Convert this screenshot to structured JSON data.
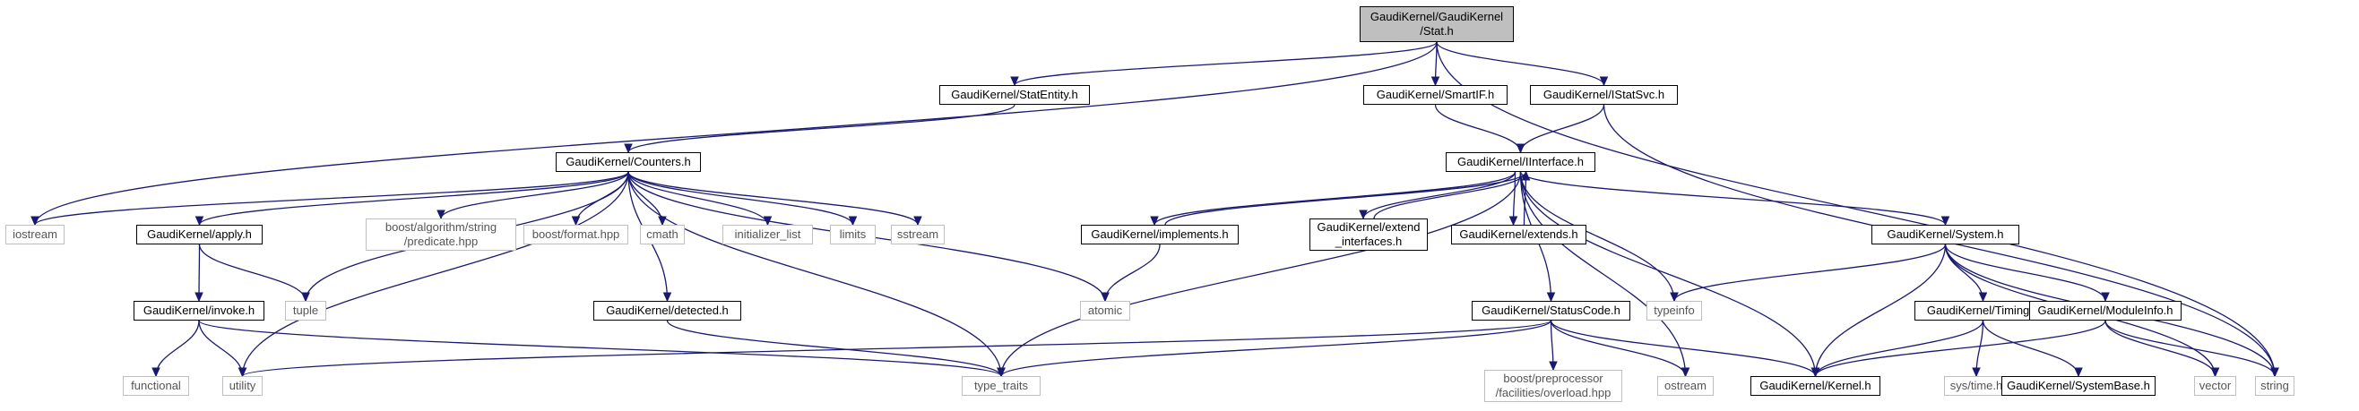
{
  "colors": {
    "edge": "#191970",
    "root_fill": "#bfbfbf",
    "node_border": "#000000",
    "external_border": "#bfbfbf"
  },
  "nodes": [
    {
      "id": "stat",
      "lines": [
        "GaudiKernel/GaudiKernel",
        "/Stat.h"
      ],
      "kind": "root"
    },
    {
      "id": "statentity",
      "lines": [
        "GaudiKernel/StatEntity.h"
      ],
      "kind": "internal"
    },
    {
      "id": "smartif",
      "lines": [
        "GaudiKernel/SmartIF.h"
      ],
      "kind": "internal"
    },
    {
      "id": "istatsvc",
      "lines": [
        "GaudiKernel/IStatSvc.h"
      ],
      "kind": "internal"
    },
    {
      "id": "counters",
      "lines": [
        "GaudiKernel/Counters.h"
      ],
      "kind": "internal"
    },
    {
      "id": "iinterface",
      "lines": [
        "GaudiKernel/IInterface.h"
      ],
      "kind": "internal"
    },
    {
      "id": "iostream",
      "lines": [
        "iostream"
      ],
      "kind": "external"
    },
    {
      "id": "apply",
      "lines": [
        "GaudiKernel/apply.h"
      ],
      "kind": "internal"
    },
    {
      "id": "predicate",
      "lines": [
        "boost/algorithm/string",
        "/predicate.hpp"
      ],
      "kind": "external"
    },
    {
      "id": "format",
      "lines": [
        "boost/format.hpp"
      ],
      "kind": "external"
    },
    {
      "id": "cmath",
      "lines": [
        "cmath"
      ],
      "kind": "external"
    },
    {
      "id": "initlist",
      "lines": [
        "initializer_list"
      ],
      "kind": "external"
    },
    {
      "id": "limits",
      "lines": [
        "limits"
      ],
      "kind": "external"
    },
    {
      "id": "sstream",
      "lines": [
        "sstream"
      ],
      "kind": "external"
    },
    {
      "id": "implements",
      "lines": [
        "GaudiKernel/implements.h"
      ],
      "kind": "internal"
    },
    {
      "id": "extendif",
      "lines": [
        "GaudiKernel/extend",
        "_interfaces.h"
      ],
      "kind": "internal"
    },
    {
      "id": "extends",
      "lines": [
        "GaudiKernel/extends.h"
      ],
      "kind": "internal"
    },
    {
      "id": "system",
      "lines": [
        "GaudiKernel/System.h"
      ],
      "kind": "internal"
    },
    {
      "id": "tuple",
      "lines": [
        "tuple"
      ],
      "kind": "external"
    },
    {
      "id": "atomic",
      "lines": [
        "atomic"
      ],
      "kind": "external"
    },
    {
      "id": "typeinfo",
      "lines": [
        "typeinfo"
      ],
      "kind": "external"
    },
    {
      "id": "invoke",
      "lines": [
        "GaudiKernel/invoke.h"
      ],
      "kind": "internal"
    },
    {
      "id": "detected",
      "lines": [
        "GaudiKernel/detected.h"
      ],
      "kind": "internal"
    },
    {
      "id": "statuscode",
      "lines": [
        "GaudiKernel/StatusCode.h"
      ],
      "kind": "internal"
    },
    {
      "id": "timing",
      "lines": [
        "GaudiKernel/Timing.h"
      ],
      "kind": "internal"
    },
    {
      "id": "moduleinfo",
      "lines": [
        "GaudiKernel/ModuleInfo.h"
      ],
      "kind": "internal"
    },
    {
      "id": "functional",
      "lines": [
        "functional"
      ],
      "kind": "external"
    },
    {
      "id": "utility",
      "lines": [
        "utility"
      ],
      "kind": "external"
    },
    {
      "id": "typetraits",
      "lines": [
        "type_traits"
      ],
      "kind": "external"
    },
    {
      "id": "overload",
      "lines": [
        "boost/preprocessor",
        "/facilities/overload.hpp"
      ],
      "kind": "external"
    },
    {
      "id": "ostream",
      "lines": [
        "ostream"
      ],
      "kind": "external"
    },
    {
      "id": "kernel",
      "lines": [
        "GaudiKernel/Kernel.h"
      ],
      "kind": "internal"
    },
    {
      "id": "systime",
      "lines": [
        "sys/time.h"
      ],
      "kind": "external"
    },
    {
      "id": "systembase",
      "lines": [
        "GaudiKernel/SystemBase.h"
      ],
      "kind": "internal"
    },
    {
      "id": "vector",
      "lines": [
        "vector"
      ],
      "kind": "external"
    },
    {
      "id": "string",
      "lines": [
        "string"
      ],
      "kind": "external"
    }
  ],
  "edges": [
    [
      "stat",
      "statentity"
    ],
    [
      "stat",
      "smartif"
    ],
    [
      "stat",
      "istatsvc"
    ],
    [
      "stat",
      "iostream"
    ],
    [
      "stat",
      "string"
    ],
    [
      "statentity",
      "counters"
    ],
    [
      "smartif",
      "iinterface"
    ],
    [
      "istatsvc",
      "iinterface"
    ],
    [
      "istatsvc",
      "string"
    ],
    [
      "counters",
      "iostream"
    ],
    [
      "counters",
      "apply"
    ],
    [
      "counters",
      "predicate"
    ],
    [
      "counters",
      "format"
    ],
    [
      "counters",
      "cmath"
    ],
    [
      "counters",
      "initlist"
    ],
    [
      "counters",
      "limits"
    ],
    [
      "counters",
      "sstream"
    ],
    [
      "counters",
      "tuple"
    ],
    [
      "counters",
      "utility"
    ],
    [
      "counters",
      "detected"
    ],
    [
      "counters",
      "typetraits"
    ],
    [
      "counters",
      "atomic"
    ],
    [
      "apply",
      "invoke"
    ],
    [
      "apply",
      "tuple"
    ],
    [
      "invoke",
      "functional"
    ],
    [
      "invoke",
      "utility"
    ],
    [
      "invoke",
      "typetraits"
    ],
    [
      "detected",
      "typetraits"
    ],
    [
      "iinterface",
      "implements"
    ],
    [
      "implements",
      "iinterface"
    ],
    [
      "iinterface",
      "extendif"
    ],
    [
      "extendif",
      "iinterface"
    ],
    [
      "iinterface",
      "extends"
    ],
    [
      "extends",
      "iinterface"
    ],
    [
      "implements",
      "atomic"
    ],
    [
      "iinterface",
      "typetraits"
    ],
    [
      "iinterface",
      "statuscode"
    ],
    [
      "iinterface",
      "ostream"
    ],
    [
      "iinterface",
      "kernel"
    ],
    [
      "iinterface",
      "typeinfo"
    ],
    [
      "iinterface",
      "system"
    ],
    [
      "statuscode",
      "utility"
    ],
    [
      "statuscode",
      "typetraits"
    ],
    [
      "statuscode",
      "overload"
    ],
    [
      "statuscode",
      "ostream"
    ],
    [
      "statuscode",
      "kernel"
    ],
    [
      "system",
      "typeinfo"
    ],
    [
      "system",
      "kernel"
    ],
    [
      "system",
      "timing"
    ],
    [
      "system",
      "moduleinfo"
    ],
    [
      "system",
      "vector"
    ],
    [
      "system",
      "string"
    ],
    [
      "timing",
      "kernel"
    ],
    [
      "timing",
      "systime"
    ],
    [
      "timing",
      "systembase"
    ],
    [
      "moduleinfo",
      "kernel"
    ],
    [
      "moduleinfo",
      "vector"
    ],
    [
      "moduleinfo",
      "string"
    ]
  ]
}
